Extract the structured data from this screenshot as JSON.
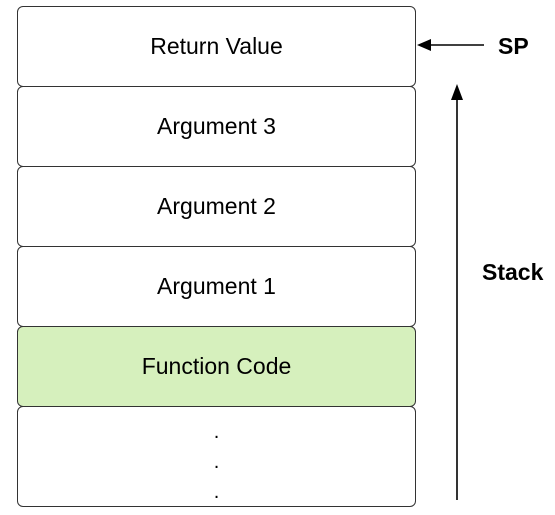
{
  "stack": {
    "boxes": [
      {
        "label": "Return Value"
      },
      {
        "label": "Argument 3"
      },
      {
        "label": "Argument 2"
      },
      {
        "label": "Argument 1"
      },
      {
        "label": "Function Code",
        "highlight_color": "#d6f0bd"
      }
    ],
    "ellipsis": [
      ".",
      ".",
      "."
    ]
  },
  "pointer": {
    "label": "SP"
  },
  "direction": {
    "label": "Stack"
  }
}
